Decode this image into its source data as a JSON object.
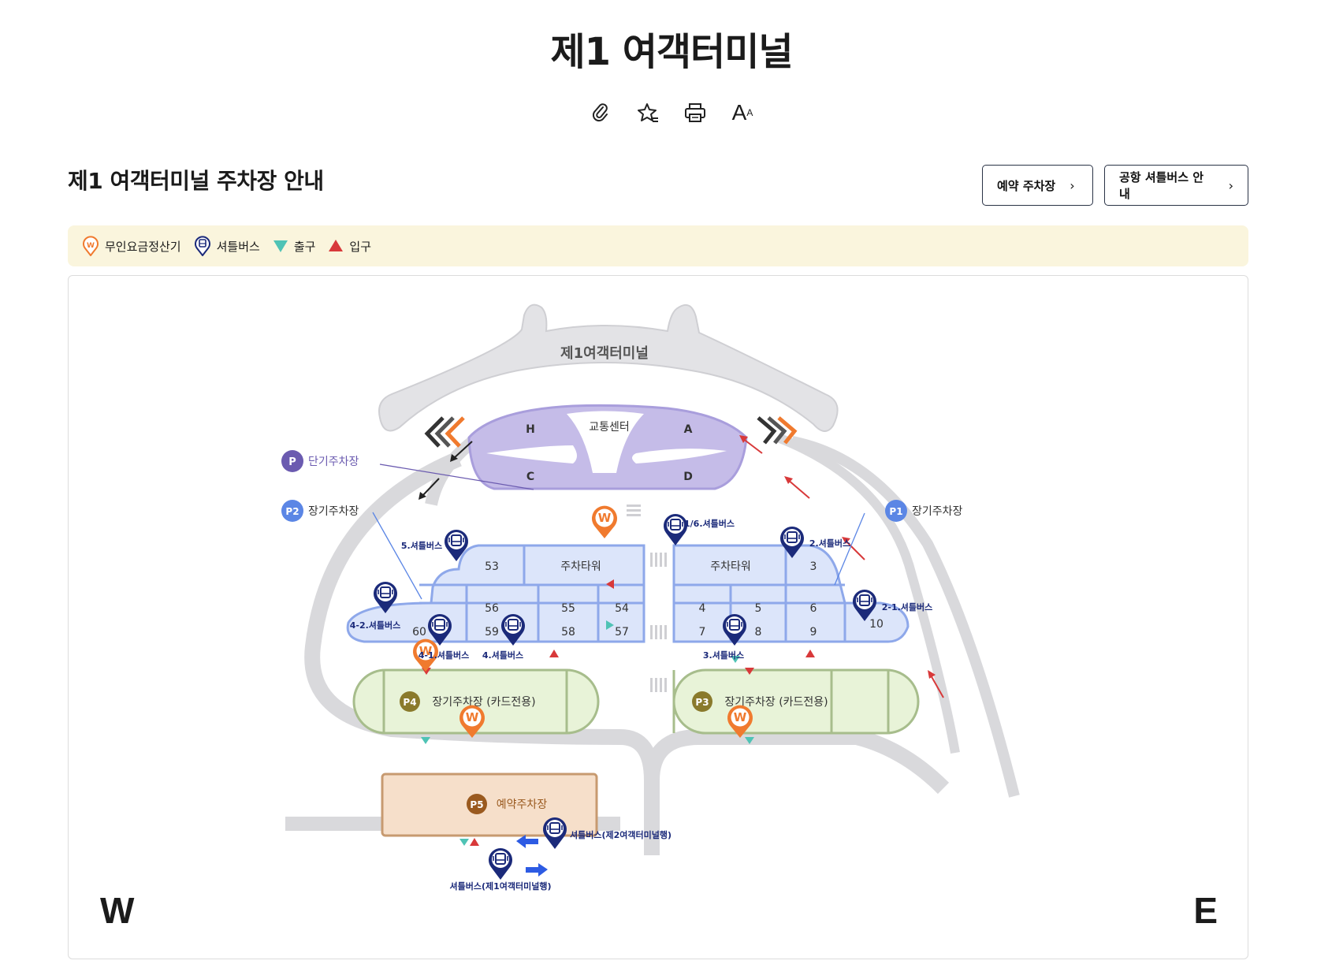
{
  "page_title": "제1 여객터미널",
  "toolbar": {
    "icons": [
      "paperclip-icon",
      "star-icon",
      "print-icon",
      "font-size-icon"
    ],
    "font_big": "A",
    "font_small": "A"
  },
  "section_title": "제1 여객터미널 주차장 안내",
  "buttons": {
    "reserve_parking": "예약 주차장",
    "shuttle_info": "공항 셔틀버스 안내"
  },
  "legend": {
    "payment": "무인요금정산기",
    "shuttle": "셔틀버스",
    "exit": "출구",
    "entrance": "입구"
  },
  "colors": {
    "payment": "#f07a2e",
    "shuttle": "#1b2a7a",
    "exit": "#4fc3b5",
    "entrance": "#d8393a",
    "short_term": "#6b5bb0",
    "long_term_p1p2": "#5b86e5",
    "p3p4": "#8a7a2c",
    "p5": "#9a5a1f"
  },
  "map": {
    "terminal": "제1여객터미널",
    "transport_center": "교통센터",
    "zones": {
      "h": "H",
      "a": "A",
      "c": "C",
      "d": "D"
    },
    "short_term": {
      "badge": "P",
      "label": "단기주차장"
    },
    "p1": {
      "badge": "P1",
      "label": "장기주차장"
    },
    "p2": {
      "badge": "P2",
      "label": "장기주차장"
    },
    "p3": {
      "badge": "P3",
      "label": "장기주차장 (카드전용)"
    },
    "p4": {
      "badge": "P4",
      "label": "장기주차장 (카드전용)"
    },
    "p5": {
      "badge": "P5",
      "label": "예약주차장"
    },
    "tower": "주차타워",
    "blocks_west": {
      "b53": "53",
      "b56": "56",
      "b55": "55",
      "b54": "54",
      "b60": "60",
      "b59": "59",
      "b58": "58",
      "b57": "57"
    },
    "blocks_east": {
      "b3": "3",
      "b4": "4",
      "b5": "5",
      "b6": "6",
      "b7": "7",
      "b8": "8",
      "b9": "9",
      "b10": "10"
    },
    "shuttle_stops": {
      "s5": "5.셔틀버스",
      "s16": "1/6.셔틀버스",
      "s2": "2.셔틀버스",
      "s21": "2-1.셔틀버스",
      "s42": "4-2.셔틀버스",
      "s41": "4-1.셔틀버스",
      "s4": "4.셔틀버스",
      "s3": "3.셔틀버스",
      "s_t2": "셔틀버스(제2여객터미널행)",
      "s_t1": "셔틀버스(제1여객터미널행)"
    },
    "compass": {
      "west": "W",
      "east": "E"
    }
  }
}
